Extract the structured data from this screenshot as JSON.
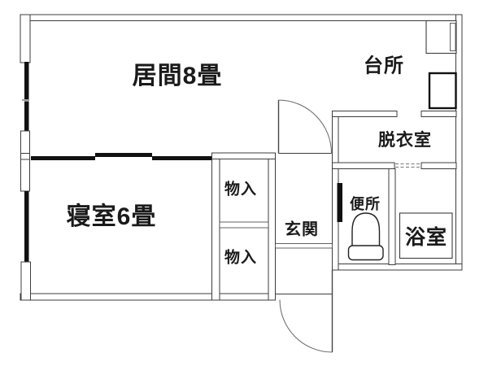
{
  "colors": {
    "line": "#3c3c3c",
    "solid": "#111111",
    "text": "#1a1a1a",
    "bg": "#ffffff"
  },
  "rooms": {
    "living": {
      "label": "居間8畳"
    },
    "kitchen": {
      "label": "台所"
    },
    "dressing": {
      "label": "脱衣室"
    },
    "bedroom": {
      "label": "寝室6畳"
    },
    "storage1": {
      "label": "物入"
    },
    "storage2": {
      "label": "物入"
    },
    "entrance": {
      "label": "玄関"
    },
    "toilet": {
      "label": "便所"
    },
    "bath": {
      "label": "浴室"
    }
  }
}
